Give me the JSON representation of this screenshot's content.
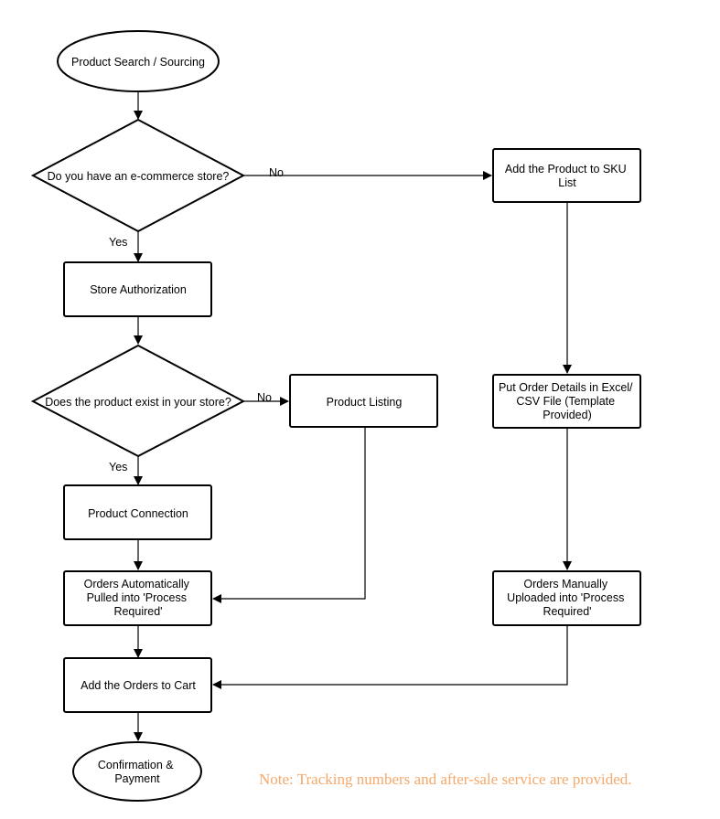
{
  "diagram": {
    "nodes": {
      "start": {
        "lines": [
          "Product Search / Sourcing"
        ]
      },
      "ecommerce_decision": {
        "lines": [
          "Do you have an e-commerce store?"
        ]
      },
      "store_authorization": {
        "lines": [
          "Store Authorization"
        ]
      },
      "product_exist_decision": {
        "lines": [
          "Does the product exist in your store?"
        ]
      },
      "product_listing": {
        "lines": [
          "Product Listing"
        ]
      },
      "product_connection": {
        "lines": [
          "Product Connection"
        ]
      },
      "orders_auto": {
        "lines": [
          "Orders Automatically",
          "Pulled into 'Process",
          "Required'"
        ]
      },
      "add_to_cart": {
        "lines": [
          "Add the Orders to Cart"
        ]
      },
      "confirmation": {
        "lines": [
          "Confirmation &",
          "Payment"
        ]
      },
      "add_sku": {
        "lines": [
          "Add the Product to SKU",
          "List"
        ]
      },
      "put_order_details": {
        "lines": [
          "Put Order Details in Excel/",
          "CSV File (Template",
          "Provided)"
        ]
      },
      "orders_manual": {
        "lines": [
          "Orders Manually",
          "Uploaded into 'Process",
          "Required'"
        ]
      }
    },
    "edges": {
      "no_ecommerce": "No",
      "yes_ecommerce": "Yes",
      "no_exist": "No",
      "yes_exist": "Yes"
    }
  },
  "note": {
    "text": "Note: Tracking numbers and after-sale service are provided.",
    "color": "#f5a96a"
  }
}
